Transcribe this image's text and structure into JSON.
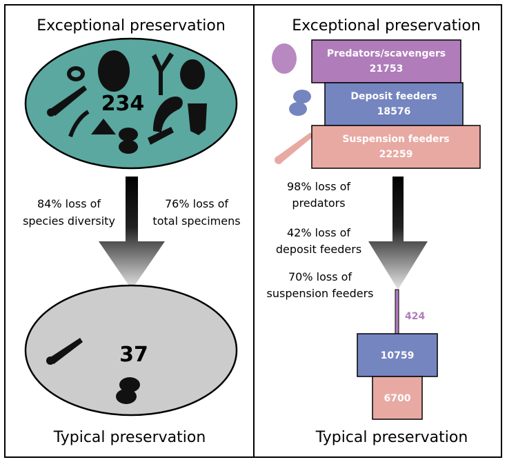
{
  "left_panel": {
    "top_title": "Exceptional preservation",
    "top_count": "234",
    "bottom_title": "Typical preservation",
    "bottom_count": "37",
    "loss_left": [
      "84% loss of",
      "species diversity"
    ],
    "loss_right": [
      "76% loss of",
      "total specimens"
    ],
    "top_ellipse_color": "#5aa8a0",
    "bottom_ellipse_color": "#cccccc"
  },
  "right_panel": {
    "top_title": "Exceptional preservation",
    "bottom_title": "Typical preservation",
    "top_bars": [
      {
        "name": "Predators/scavengers",
        "value": "21753",
        "color": "#b07cba"
      },
      {
        "name": "Deposit feeders",
        "value": "18576",
        "color": "#7585bf"
      },
      {
        "name": "Suspension feeders",
        "value": "22259",
        "color": "#e8a9a3"
      }
    ],
    "losses": [
      [
        "98% loss of",
        "predators"
      ],
      [
        "42% loss of",
        "deposit feeders"
      ],
      [
        "70% loss of",
        "suspension feeders"
      ]
    ],
    "bottom_bars": [
      {
        "value": "424",
        "color": "#b07cba"
      },
      {
        "value": "10759",
        "color": "#7585bf"
      },
      {
        "value": "6700",
        "color": "#e8a9a3"
      }
    ]
  }
}
